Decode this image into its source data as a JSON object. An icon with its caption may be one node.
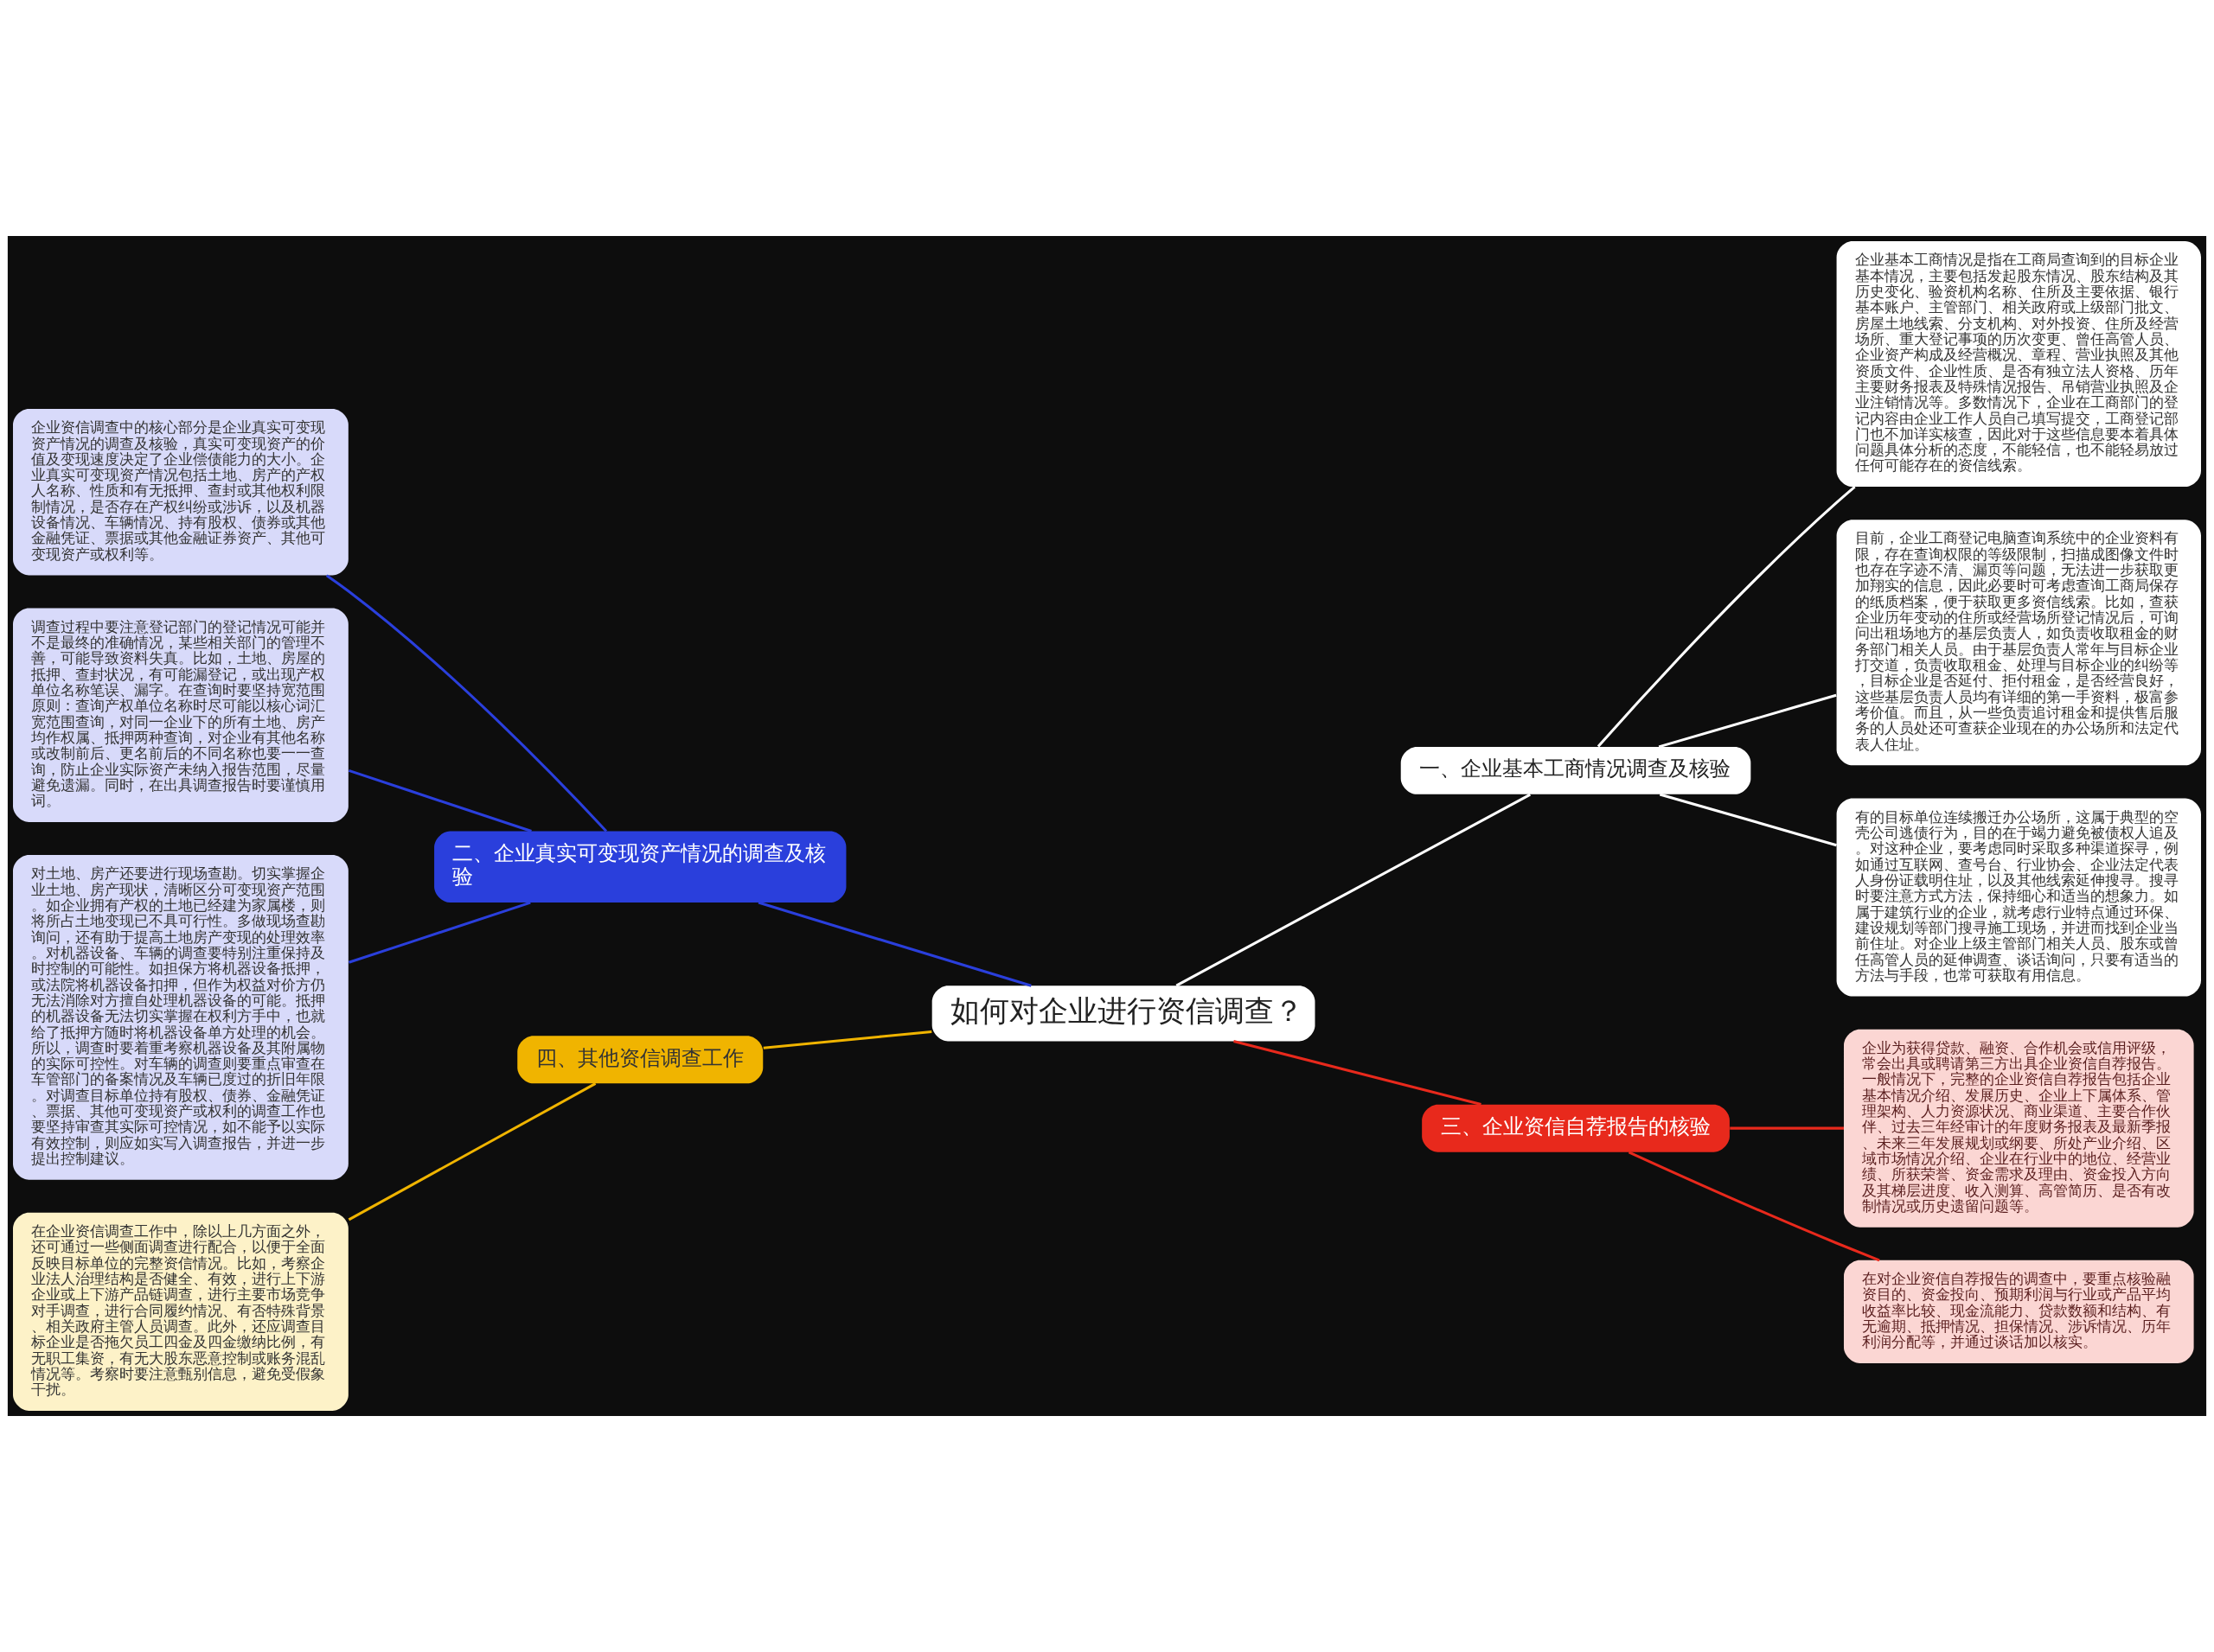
{
  "diagram": {
    "nodes": [
      {
        "text": [
          "如何对企业进行资信调查？"
        ]
      },
      {
        "text": [
          "一、企业基本工商情况调查及核验"
        ]
      },
      {
        "text": [
          "企业基本工商情况是指在工商局查询到的目标企业基本情况，主要包括发起股东情况、股东结构及其历史变化、验资机构名称、住所及主要依据、银行基本账户、主管部门、相关政府或上级部门批文、房屋土地线索、分支机构、对外投资、住所及经营场所、重大登记事项的历次变更、曾任高管人员、企业资产构成及经营概况、章程、营业执照及其他资质文件、企业性质、是否有独立法人资格、历年主要财务报表及特殊情况报告、吊销营业执照及企业注销情况等。多数情况下，企业在工商部门的登记内容由企业工作人员自己填写提交，工商登记部门也不加详实核查，因此对于这些信息要本着具体问题具体分析的态度，不能轻信，也不能轻易放过任何可能存在的资信线索。"
        ]
      },
      {
        "text": [
          "目前，企业工商登记电脑查询系统中的企业资料有限，存在查询权限的等级限制，扫描成图像文件时也存在字迹不清、漏页等问题，无法进一步获取更加翔实的信息，因此必要时可考虑查询工商局保存的纸质档案，便于获取更多资信线索。比如，查获企业历年变动的住所或经营场所登记情况后，可询问出租场地方的基层负责人，如负责收取租金的财务部门相关人员。由于基层负责人常年与目标企业打交道，负责收取租金、处理与目标企业的纠纷等，目标企业是否延付、拒付租金，是否经营良好，这些基层负责人员均有详细的第一手资料，极富参考价值。而且，从一些负责追讨租金和提供售后服务的人员处还可查获企业现在的办公场所和法定代表人住址。"
        ]
      },
      {
        "text": [
          "有的目标单位连续搬迁办公场所，这属于典型的空壳公司逃债行为，目的在于竭力避免被债权人追及。对这种企业，要考虑同时采取多种渠道探寻，例如通过互联网、查号台、行业协会、企业法定代表人身份证载明住址，以及其他线索延伸搜寻。搜寻时要注意方式方法，保持细心和适当的想象力。如属于建筑行业的企业，就考虑行业特点通过环保、建设规划等部门搜寻施工现场，并进而找到企业当前住址。对企业上级主管部门相关人员、股东或曾任高管人员的延伸调查、谈话询问，只要有适当的方法与手段，也常可获取有用信息。"
        ]
      },
      {
        "text": [
          "二、企业真实可变现资产情况的调查及核验"
        ]
      },
      {
        "text": [
          "企业资信调查中的核心部分是企业真实可变现资产情况的调查及核验，真实可变现资产的价值及变现速度决定了企业偿债能力的大小。企业真实可变现资产情况包括土地、房产的产权人名称、性质和有无抵押、查封或其他权利限制情况，是否存在产权纠纷或涉诉，以及机器设备情况、车辆情况、持有股权、债券或其他金融凭证、票据或其他金融证券资产、其他可变现资产或权利等。"
        ]
      },
      {
        "text": [
          "调查过程中要注意登记部门的登记情况可能并不是最终的准确情况，某些相关部门的管理不善，可能导致资料失真。比如，土地、房屋的抵押、查封状况，有可能漏登记，或出现产权单位名称笔误、漏字。在查询时要坚持宽范围原则：查询产权单位名称时尽可能以核心词汇宽范围查询，对同一企业下的所有土地、房产均作权属、抵押两种查询，对企业有其他名称或改制前后、更名前后的不同名称也要一一查询，防止企业实际资产未纳入报告范围，尽量避免遗漏。同时，在出具调查报告时要谨慎用词。"
        ]
      },
      {
        "text": [
          "对土地、房产还要进行现场查勘。切实掌握企业土地、房产现状，清晰区分可变现资产范围。如企业拥有产权的土地已经建为家属楼，则将所占土地变现已不具可行性。多做现场查勘询问，还有助于提高土地房产变现的处理效率。对机器设备、车辆的调查要特别注重保持及时控制的可能性。如担保方将机器设备抵押，或法院将机器设备扣押，但作为权益对价方仍无法消除对方擅自处理机器设备的可能。抵押的机器设备无法切实掌握在权利方手中，也就给了抵押方随时将机器设备单方处理的机会。所以，调查时要着重考察机器设备及其附属物的实际可控性。对车辆的调查则要重点审查在车管部门的备案情况及车辆已度过的折旧年限。对调查目标单位持有股权、债券、金融凭证、票据、其他可变现资产或权利的调查工作也要坚持审查其实际可控情况，如不能予以实际有效控制，则应如实写入调查报告，并进一步提出控制建议。"
        ]
      },
      {
        "text": [
          "三、企业资信自荐报告的核验"
        ]
      },
      {
        "text": [
          "企业为获得贷款、融资、合作机会或信用评级，常会出具或聘请第三方出具企业资信自荐报告。一般情况下，完整的企业资信自荐报告包括企业基本情况介绍、发展历史、企业上下属体系、管理架构、人力资源状况、商业渠道、主要合作伙伴、过去三年经审计的年度财务报表及最新季报、未来三年发展规划或纲要、所处产业介绍、区域市场情况介绍、企业在行业中的地位、经营业绩、所获荣誉、资金需求及理由、资金投入方向及其梯层进度、收入测算、高管简历、是否有改制情况或历史遗留问题等。"
        ]
      },
      {
        "text": [
          "在对企业资信自荐报告的调查中，要重点核验融资目的、资金投向、预期利润与行业或产品平均收益率比较、现金流能力、贷款数额和结构、有无逾期、抵押情况、担保情况、涉诉情况、历年利润分配等，并通过谈话加以核实。"
        ]
      },
      {
        "text": [
          "四、其他资信调查工作"
        ]
      },
      {
        "text": [
          "在企业资信调查工作中，除以上几方面之外，还可通过一些侧面调查进行配合，以便于全面反映目标单位的完整资信情况。比如，考察企业法人治理结构是否健全、有效，进行上下游企业或上下游产品链调查，进行主要市场竞争对手调查，进行合同履约情况、有否特殊背景、相关政府主管人员调查。此外，还应调查目标企业是否拖欠员工四金及四金缴纳比例，有无职工集资，有无大股东恶意控制或账务混乱情况等。考察时要注意甄别信息，避免受假象干扰。"
        ]
      }
    ],
    "edges": [
      {
        "from": 0,
        "to": 1,
        "arrow": "none",
        "color": "#ffffff"
      },
      {
        "from": 1,
        "to": 2,
        "arrow": "none",
        "color": "#ffffff"
      },
      {
        "from": 1,
        "to": 3,
        "arrow": "none",
        "color": "#ffffff"
      },
      {
        "from": 1,
        "to": 4,
        "arrow": "none",
        "color": "#ffffff"
      },
      {
        "from": 0,
        "to": 5,
        "arrow": "none",
        "color": "#2a3fdc"
      },
      {
        "from": 5,
        "to": 6,
        "arrow": "none",
        "color": "#2a3fdc"
      },
      {
        "from": 5,
        "to": 7,
        "arrow": "none",
        "color": "#2a3fdc"
      },
      {
        "from": 5,
        "to": 8,
        "arrow": "none",
        "color": "#2a3fdc"
      },
      {
        "from": 0,
        "to": 9,
        "arrow": "none",
        "color": "#e8291c"
      },
      {
        "from": 9,
        "to": 10,
        "arrow": "none",
        "color": "#e8291c"
      },
      {
        "from": 9,
        "to": 11,
        "arrow": "none",
        "color": "#e8291c"
      },
      {
        "from": 0,
        "to": 12,
        "arrow": "none",
        "color": "#f0b400"
      },
      {
        "from": 12,
        "to": 13,
        "arrow": "none",
        "color": "#f0b400"
      }
    ]
  }
}
